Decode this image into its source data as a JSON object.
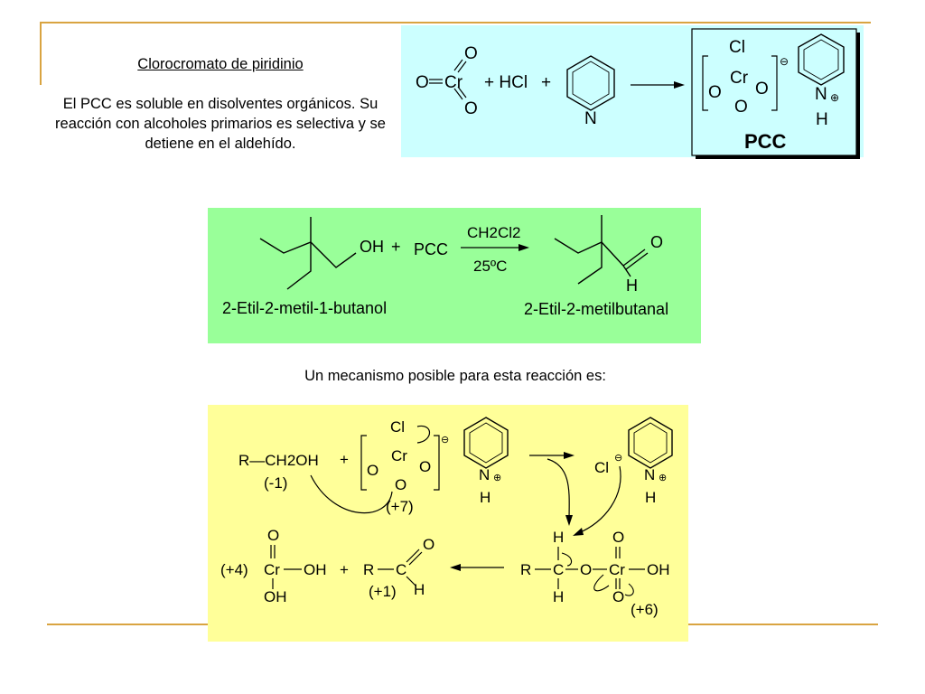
{
  "slide": {
    "heading": "Clorocromato de piridinio",
    "paragraph": "El PCC es soluble en disolventes orgánicos. Su reacción con alcoholes primarios es selectiva y se detiene en el aldehído.",
    "mechanism_caption": "Un mecanismo posible para esta reacción es:"
  },
  "panel_formation": {
    "plus_hcl": "+ HCl",
    "plus": "+",
    "charge_minus": "⊖",
    "charge_plus": "⊕",
    "label_pcc": "PCC",
    "atom_o": "O",
    "atom_cr": "Cr",
    "atom_cl": "Cl",
    "atom_n": "N",
    "atom_h": "H"
  },
  "panel_reaction": {
    "oh": "OH",
    "plus": "+",
    "reagent": "PCC",
    "condition_top": "CH2Cl2",
    "condition_bottom": "25ºC",
    "atom_o": "O",
    "atom_h": "H",
    "reactant_name": "2-Etil-2-metil-1-butanol",
    "product_name": "2-Etil-2-metilbutanal"
  },
  "panel_mechanism": {
    "alcohol": "R—CH2OH",
    "ox_alcohol": "(-1)",
    "plus": "+",
    "ox_cr7": "(+7)",
    "chloride": "Cl",
    "charge_minus": "⊖",
    "charge_plus": "⊕",
    "ox_cr6": "(+6)",
    "ox_cr4": "(+4)",
    "ox_aldehyde": "(+1)",
    "atom_r": "R",
    "atom_c": "C",
    "atom_o": "O",
    "atom_h": "H",
    "atom_cr": "Cr",
    "atom_cl": "Cl",
    "atom_n": "N",
    "group_oh": "OH"
  }
}
